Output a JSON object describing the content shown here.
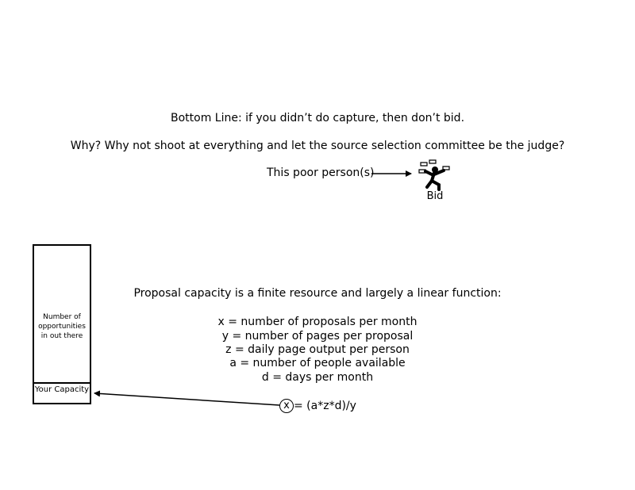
{
  "bottom_line": "Bottom Line: if you didn’t do capture, then don’t bid.",
  "why_line": "Why? Why not shoot at everything and let the source selection committee be the judge?",
  "poor_person": "This poor person(s)",
  "bid_label": "Bid",
  "capacity_intro": "Proposal capacity is a finite resource and largely a linear function:",
  "definitions": [
    "x = number of proposals per month",
    "y = number of pages per proposal",
    "z = daily page output per person",
    "a = number of people available",
    "d = days per month"
  ],
  "formula": {
    "variable": "x",
    "expression": "= (a*z*d)/y"
  },
  "box": {
    "top_label": "Number of opportunities in out there",
    "bottom_label": "Your Capacity"
  },
  "icons": {
    "juggler": "juggling-person-icon"
  }
}
